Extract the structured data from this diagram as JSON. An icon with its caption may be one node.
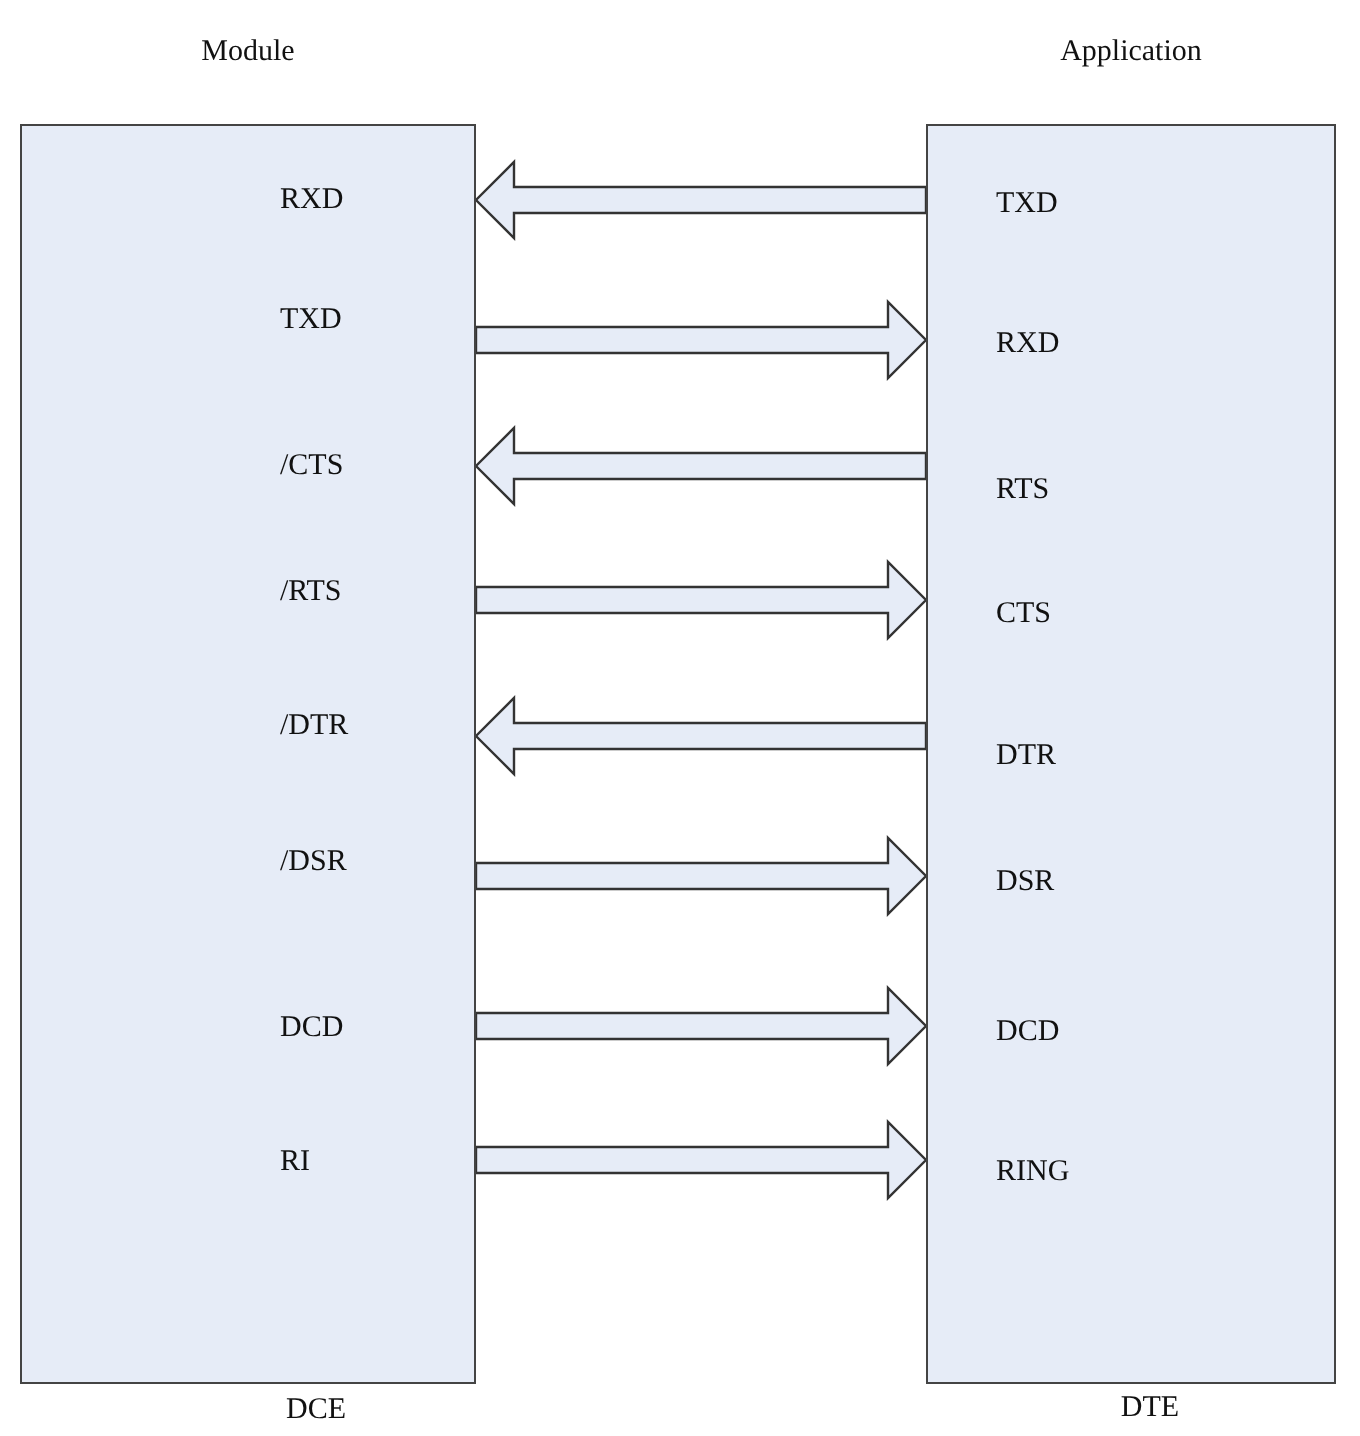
{
  "diagram": {
    "nodes": [
      {
        "text": [
          "Module"
        ],
        "beside": [
          "DCE"
        ]
      },
      {
        "text": [
          "RXD"
        ],
        "in": 0
      },
      {
        "text": [
          "TXD"
        ],
        "in": 0
      },
      {
        "text": [
          "/CTS"
        ],
        "in": 0
      },
      {
        "text": [
          "/RTS"
        ],
        "in": 0
      },
      {
        "text": [
          "/DTR"
        ],
        "in": 0
      },
      {
        "text": [
          "/DSR"
        ],
        "in": 0
      },
      {
        "text": [
          "DCD"
        ],
        "in": 0
      },
      {
        "text": [
          "RI"
        ],
        "in": 0
      },
      {
        "text": [
          "Application"
        ],
        "beside": [
          "DTE"
        ]
      },
      {
        "text": [
          "TXD"
        ],
        "in": 9
      },
      {
        "text": [
          "RXD"
        ],
        "in": 9
      },
      {
        "text": [
          "RTS"
        ],
        "in": 9
      },
      {
        "text": [
          "CTS"
        ],
        "in": 9
      },
      {
        "text": [
          "DTR"
        ],
        "in": 9
      },
      {
        "text": [
          "DSR"
        ],
        "in": 9
      },
      {
        "text": [
          "DCD"
        ],
        "in": 9
      },
      {
        "text": [
          "RING"
        ],
        "in": 9
      }
    ],
    "edges": [
      {
        "from": 10,
        "to": 1,
        "arrow": "to"
      },
      {
        "from": 2,
        "to": 11,
        "arrow": "to"
      },
      {
        "from": 12,
        "to": 3,
        "arrow": "to"
      },
      {
        "from": 4,
        "to": 13,
        "arrow": "to"
      },
      {
        "from": 14,
        "to": 5,
        "arrow": "to"
      },
      {
        "from": 6,
        "to": 15,
        "arrow": "to"
      },
      {
        "from": 7,
        "to": 16,
        "arrow": "to"
      },
      {
        "from": 8,
        "to": 17,
        "arrow": "to"
      }
    ]
  }
}
